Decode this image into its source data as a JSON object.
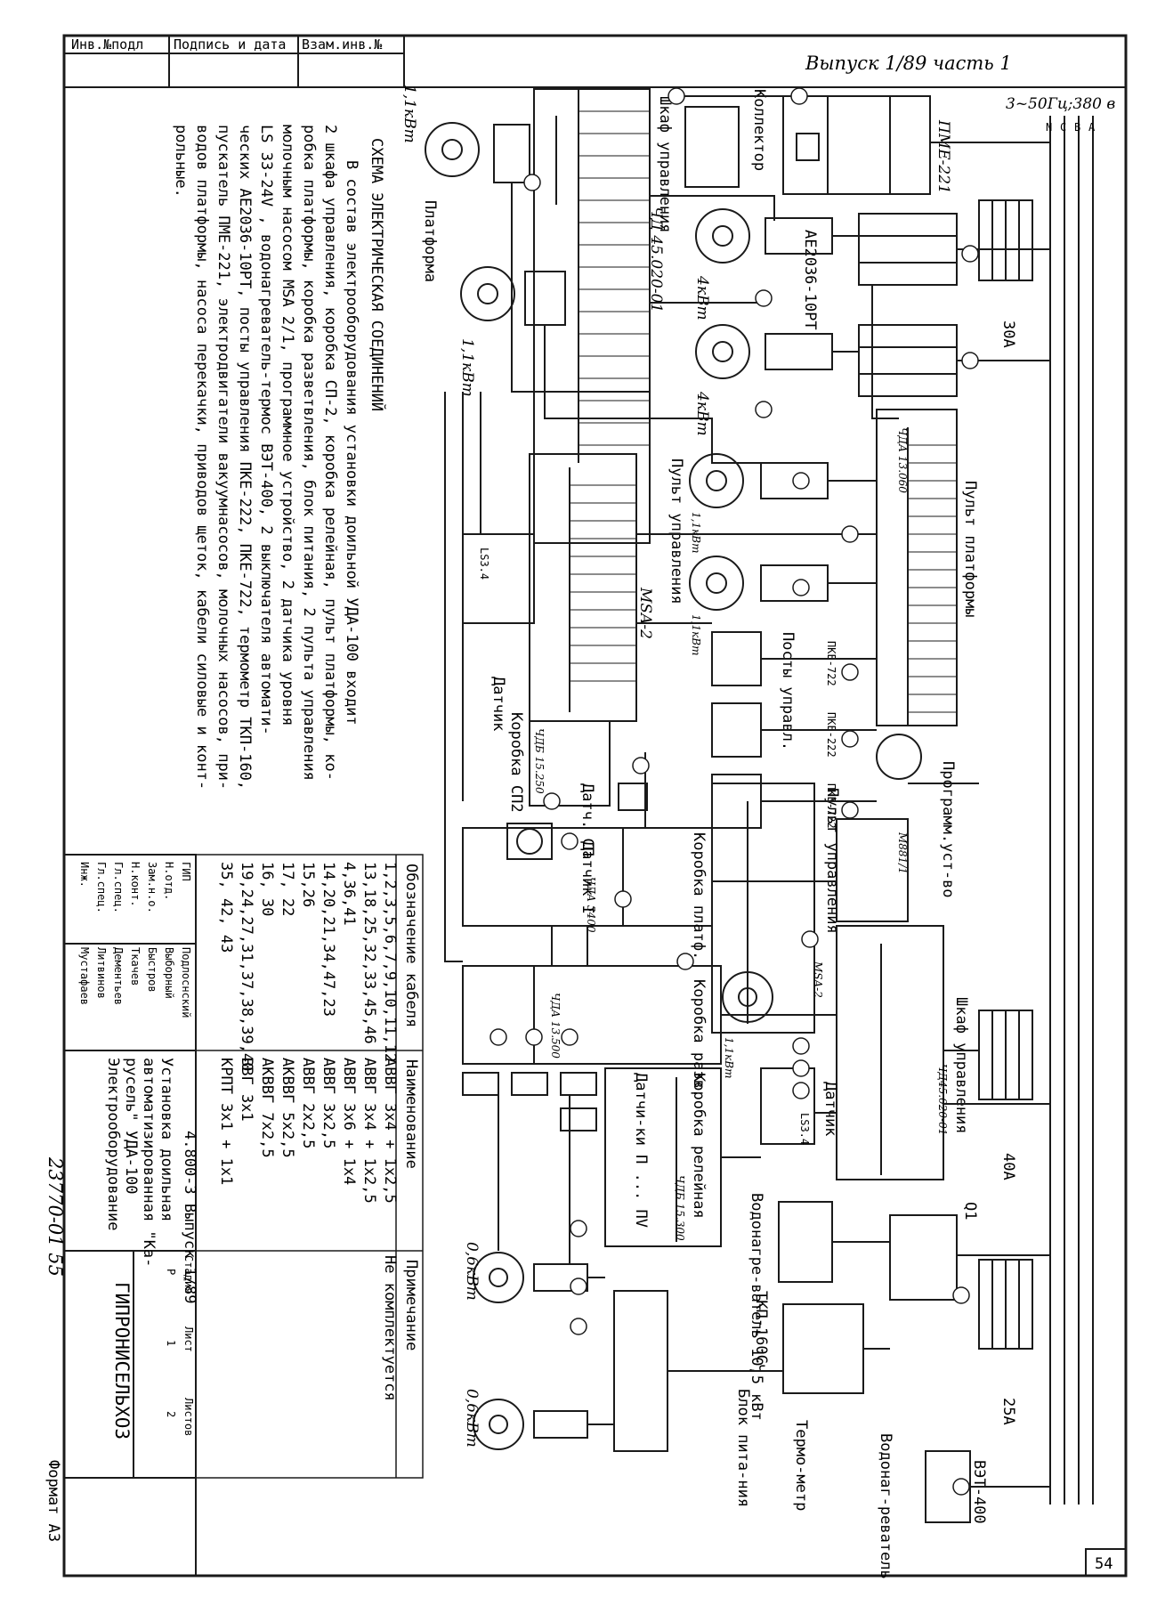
{
  "header": {
    "stamp_cells": [
      "Инв.№подл",
      "Подпись и дата",
      "Взам.инв.№"
    ],
    "issue": "Выпуск 1/89 часть 1",
    "sheet_no": "54",
    "supply": "3~50Гц;380 в",
    "phases": [
      "N",
      "C",
      "B",
      "A"
    ]
  },
  "notes": {
    "title": "СХЕМА ЭЛЕКТРИЧЕСКАЯ СОЕДИНЕНИЙ",
    "lines": [
      "В состав электрооборудования установки доильной УДА-100 входит",
      "2 шкафа управления, коробка СП-2, коробка релейная, пульт платформы, ко-",
      "робка платформы, коробка разветвления, блок питания, 2 пульта управления",
      "молочным насосом MSA 2/1, программное устройство, 2 датчика уровня",
      "LS 33-24V , водонагреватель-термос ВЭТ-400, 2 выключателя автомати-",
      "ческих АЕ2036-10РТ, посты управления ПКЕ-222, ПКЕ-722, термометр ТКП-160,",
      "пускатель ПМЕ-221, электродвигатели вакуумнасосов, молочных насосов, при-",
      "водов платформы, насоса перекачки, приводов щеток, кабели силовые и конт-",
      "рольные."
    ]
  },
  "labels": {
    "cab1": "Шкаф управления",
    "cab1_code": "ЧД 45.020-01",
    "collector": "Коллектор",
    "pme": "ПМЕ-221",
    "ae": "АЕ2036-10РТ",
    "platform": "Платформа",
    "pult_pl": "Пульт платформы",
    "pult_pl_code": "ЧДА 13.060",
    "pult_upr": "Пульт управления",
    "msa2": "MSA-2",
    "posty": "Посты управл.",
    "pke722": "ПКЕ-722",
    "pke222": "ПКЕ-222",
    "sensor": "Датчик",
    "ls34": "LS3.4",
    "box_sp2": "Коробка СП2",
    "box_sp2_code": "ЧДБ 15.250",
    "sensor1": "Датчик I",
    "sensor_sp": "Датч. СП",
    "prog": "Программ.уст-во",
    "prog_code": "М881/1",
    "pult2": "Пульт управления",
    "box_plat": "Коробка платф.",
    "box_plat_code": "ЧДА 3400",
    "box_razv": "Коробка разв.",
    "box_razv_code": "ЧДА 13.500",
    "box_rel": "Коробка релейная",
    "box_rel_code": "ЧДБ 15.300",
    "sensors_multi": "Датчи-ки П ... ПV",
    "cab2": "Шкаф управления",
    "cab2_code": "ЧД45.020-01",
    "heater": "Водонагре-ватель 10,5 кВт",
    "tkp": "ТКП-160Сч",
    "bp": "Блок пита-ния",
    "thermo": "Термо-метр",
    "boiler": "Водонаг-реватель",
    "vet": "ВЭТ-400",
    "q1": "Q1",
    "fuses": [
      "30А",
      "40А",
      "25А"
    ],
    "motors": [
      "1,1кВт",
      "4кВт",
      "1,1кВт",
      "4кВт",
      "1,1кВт",
      "1,1кВт",
      "1,1кВт",
      "0,6кВт",
      "0,6кВт"
    ]
  },
  "cable_table": {
    "headers": [
      "Обозначение кабеля",
      "Наименование",
      "Примечание"
    ],
    "rows": [
      [
        "1,2,3,5,6,7,9,10,11,12",
        "АВВГ 3х4 + 1х2,5",
        ""
      ],
      [
        "13,18,25,32,33,45,46",
        "АВВГ 3х4 + 1х2,5",
        ""
      ],
      [
        "4,36,41",
        "АВВГ 3х6 + 1х4",
        "Не комплектуется"
      ],
      [
        "14,20,21,34,47,23",
        "АВВГ 3х2,5",
        ""
      ],
      [
        "15,26",
        "АВВГ 2х2,5",
        ""
      ],
      [
        "17, 22",
        "АКВВГ 5х2,5",
        ""
      ],
      [
        "16, 30",
        "АКВВГ 7х2,5",
        ""
      ],
      [
        "19,24,27,31,37,38,39,40",
        "ВВГ 3х1",
        ""
      ],
      [
        "35, 42, 43",
        "КРПТ 3х1 + 1х1",
        ""
      ]
    ]
  },
  "title_block": {
    "roles": [
      "ГИП",
      "Н.отд.",
      "Зам.н.о.",
      "Н.конт.",
      "Гл.спец.",
      "Гл.спец.",
      "Инж."
    ],
    "names": [
      "Подлоснский",
      "Выборный",
      "Быстров",
      "Ткачев",
      "Дементьев",
      "Литвинов",
      "Мустафаев"
    ],
    "doc_code": "4.800-3 Выпуск 1/89",
    "description": [
      "Установка доильная",
      "автоматизированная \"Ка-",
      "русель\" УДА-100",
      "Электрооборудование"
    ],
    "col_headers": [
      "Стадия",
      "Лист",
      "Листов"
    ],
    "stage_vals": [
      "Р",
      "1",
      "2"
    ],
    "org": "ГИПРОНИСЕЛЬХОЗ",
    "drawing_no": "23770-01 55",
    "format": "Формат А3"
  }
}
